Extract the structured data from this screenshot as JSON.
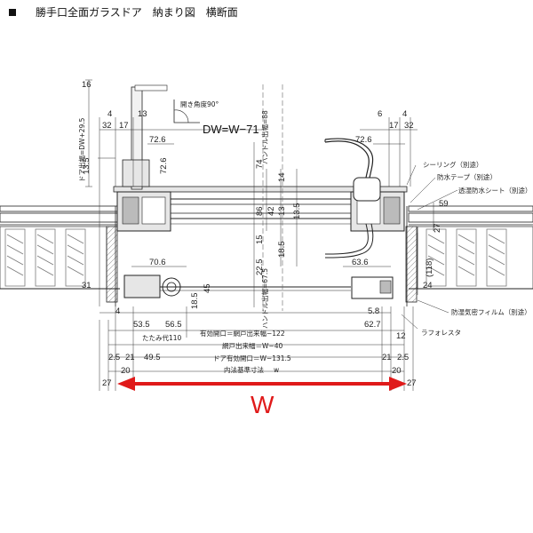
{
  "header": {
    "title": "勝手口全面ガラスドア　納まり図　横断面"
  },
  "colors": {
    "accent": "#e01a1a",
    "line": "#222222",
    "insulation": "#7a7a7a",
    "frame_fill": "#e6e6e6"
  },
  "labels": {
    "open_angle": "開き角度90°",
    "dw": "DW=W−71",
    "handle_88": "ハンドル出幅=88",
    "handle_67_5": "ハンドル出幅=67.5",
    "door_height_left": "ドア出幅=DW+29.5",
    "sealing": "シーリング（別途）",
    "waterproof_tape": "防水テープ（別途）",
    "moisture_sheet": "透湿防水シート（別途）",
    "vapor_film": "防湿気密フィルム（別途）",
    "lath_rester": "ラフォレスタ",
    "effective_opening": "有効開口＝網戸出来幅−122",
    "screen_width": "網戸出来幅＝W−40",
    "door_opening": "ドア有効開口＝W−131.5",
    "inner_ref": "内法基準寸法",
    "inner_ref_w": "w",
    "fold_allowance": "たたみ代110",
    "W": "W"
  },
  "dims": {
    "d16": "16",
    "d4_l": "4",
    "d13": "13",
    "d32_l": "32",
    "d17_l": "17",
    "d72_6_l": "72.6",
    "d13_5_l": "13.5",
    "d6_r": "6",
    "d4_r": "4",
    "d17_r": "17",
    "d32_r": "32",
    "d72_6_r": "72.6",
    "d74": "74",
    "d14": "14",
    "d86": "86",
    "d42": "42",
    "d13_r": "13",
    "d13_5_c": "13.5",
    "d15": "15",
    "d18_5_c": "18.5",
    "d59": "59",
    "d27_r": "27",
    "d70_6": "70.6",
    "d22_5": "22.5",
    "d45": "45",
    "d63_6": "63.6",
    "d118": "(118)",
    "d31": "31",
    "d24": "24",
    "d18_5_b": "18.5",
    "d4_b": "4",
    "d5_8": "5.8",
    "d53_5": "53.5",
    "d56_5": "56.5",
    "d62_7": "62.7",
    "d12": "12",
    "d2_5_l": "2.5",
    "d21_l": "21",
    "d49_5": "49.5",
    "d20_l": "20",
    "d21_r": "21",
    "d2_5_r": "2.5",
    "d20_r": "20",
    "d27_l": "27",
    "d27_rb": "27"
  }
}
